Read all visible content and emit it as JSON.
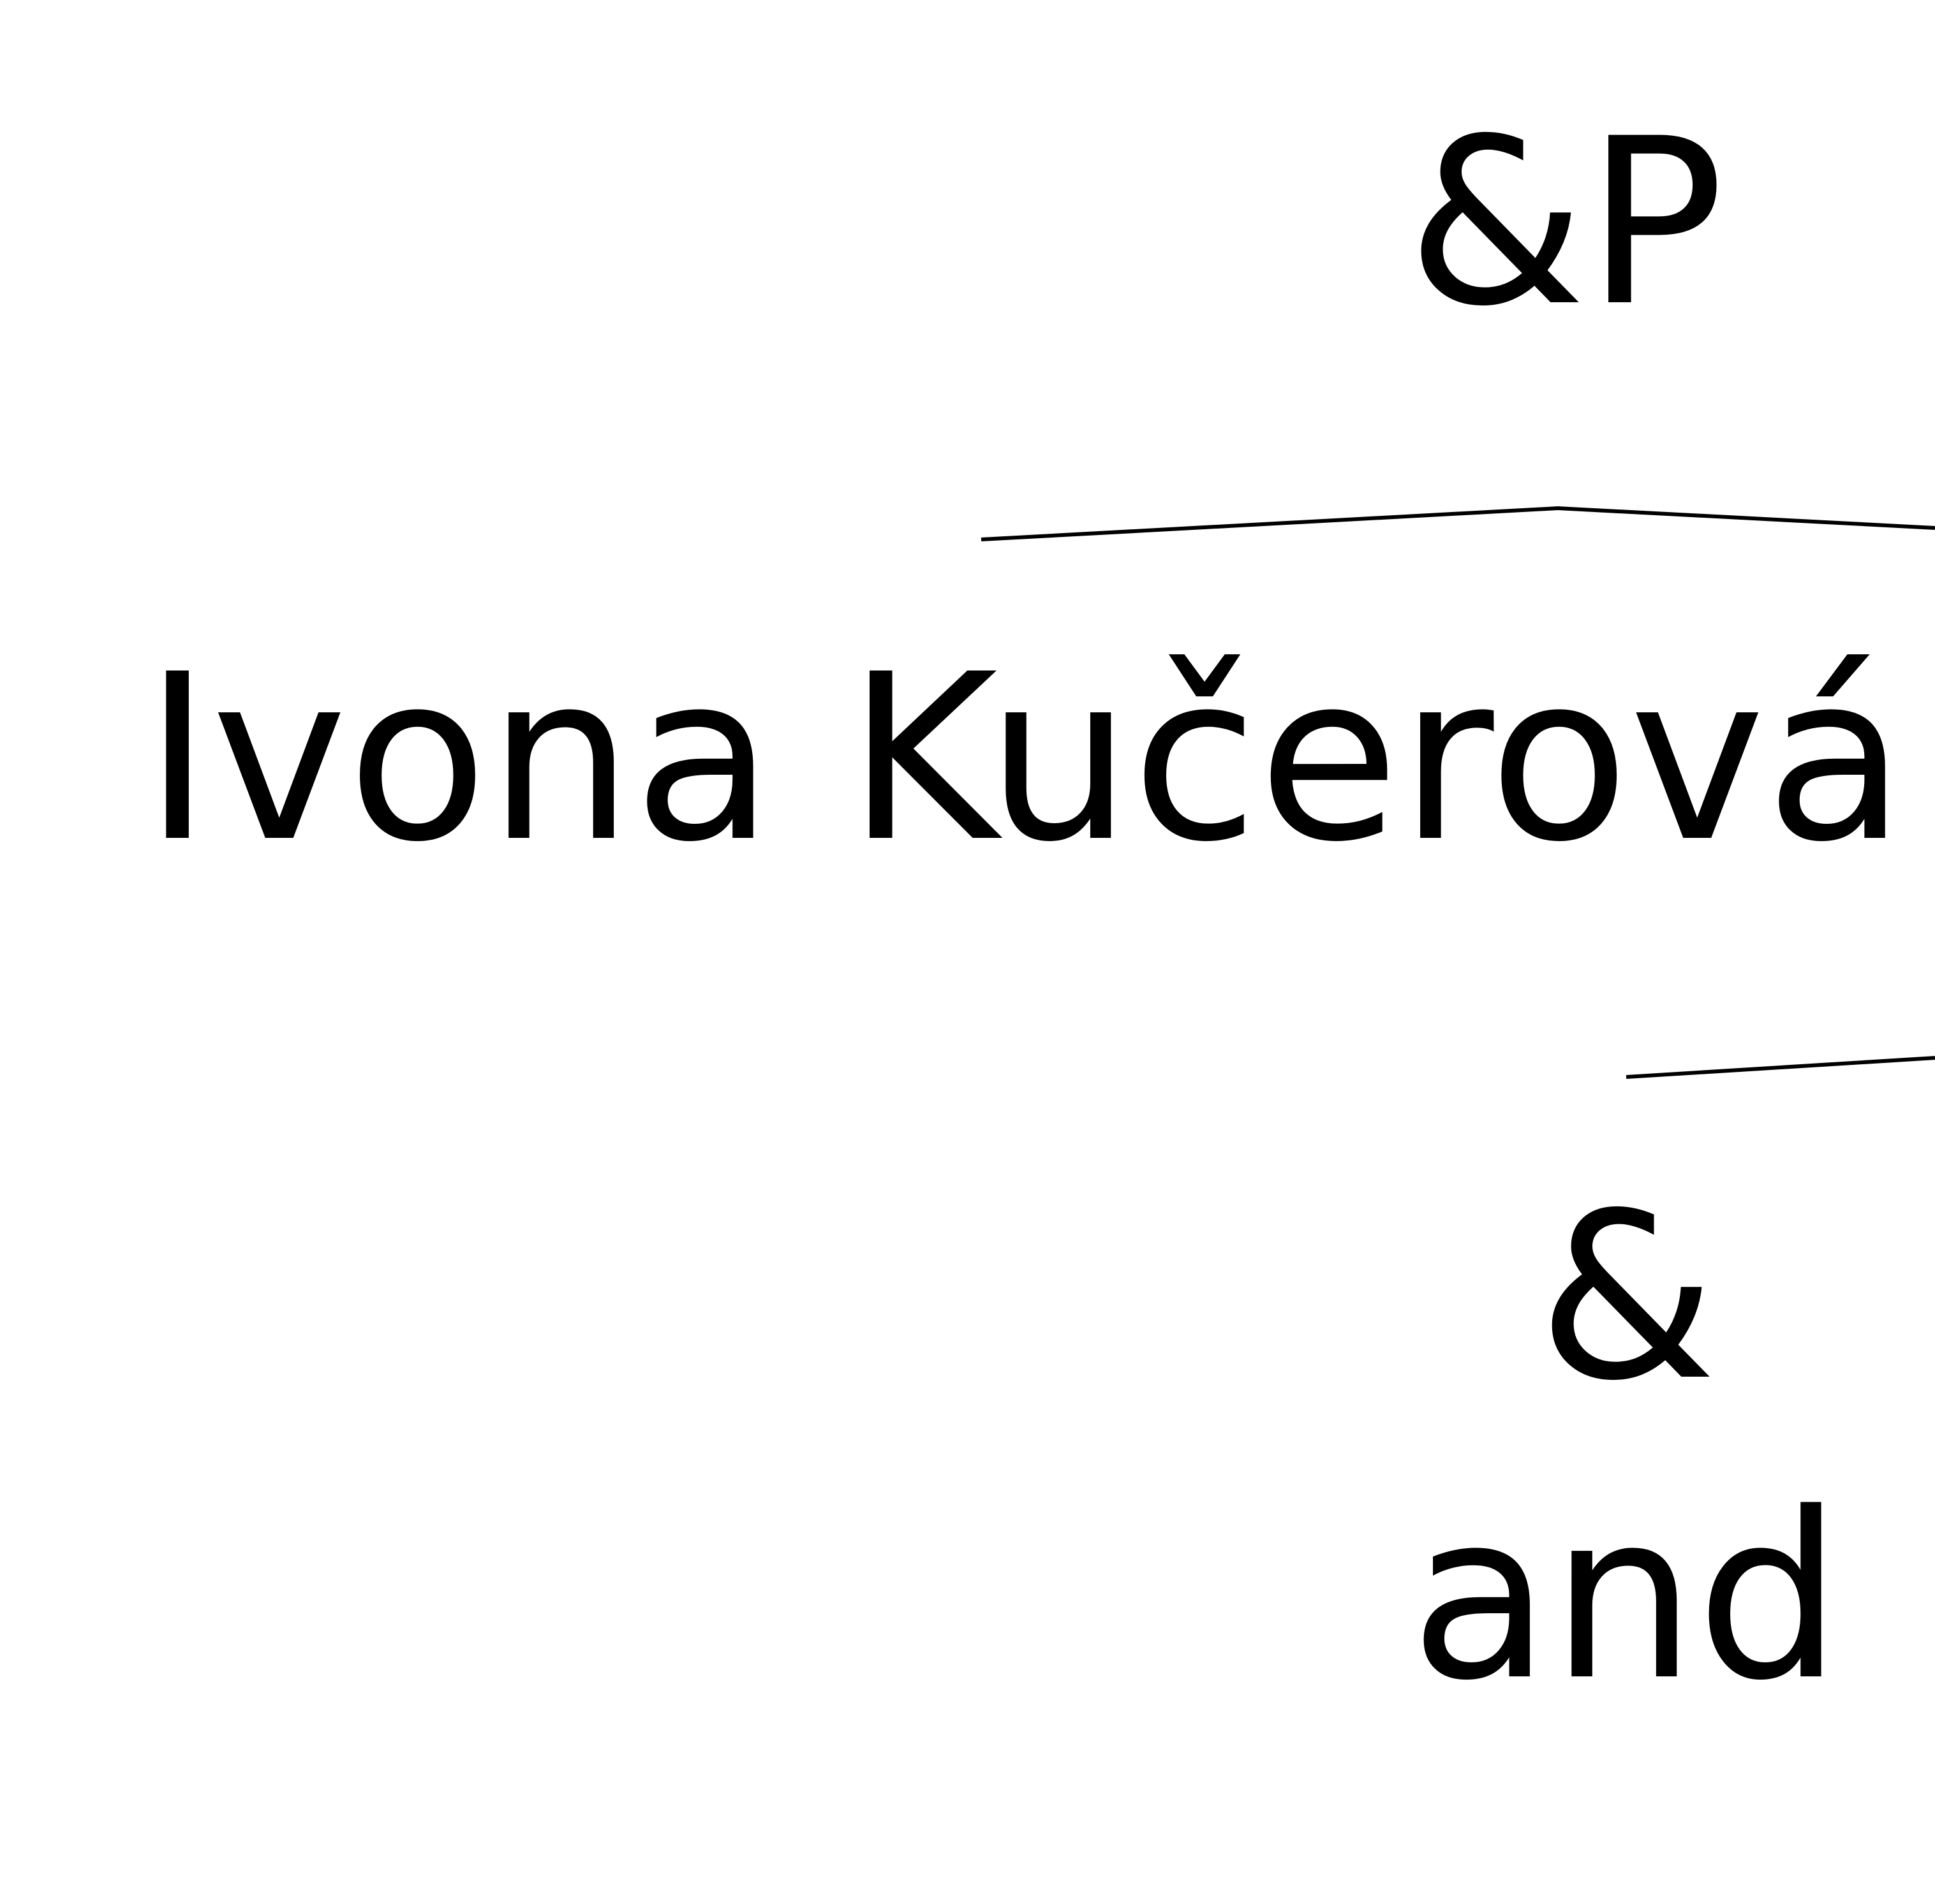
{
  "diagram": {
    "type": "syntax-tree",
    "nodes": {
      "top": "&P",
      "main": "Ivona Kučerová",
      "amp": "&",
      "and": "and"
    }
  },
  "colors": {
    "background": "#ffffff",
    "foreground": "#000000"
  }
}
